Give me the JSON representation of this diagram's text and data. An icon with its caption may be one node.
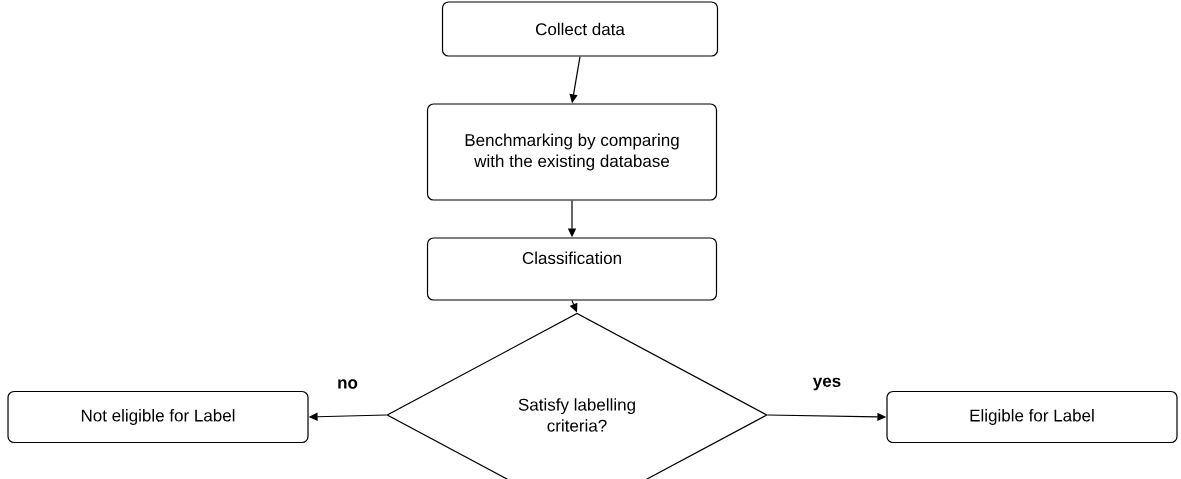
{
  "diagram": {
    "nodes": [
      {
        "text": [
          "Collect data"
        ]
      },
      {
        "text": [
          "Benchmarking by comparing with the existing database"
        ]
      },
      {
        "text": [
          "Classification"
        ]
      },
      {
        "text": [
          "Satisfy labelling criteria?"
        ]
      },
      {
        "text": [
          "Not eligible for Label"
        ]
      },
      {
        "text": [
          "Eligible for Label"
        ]
      }
    ],
    "edges": [
      {
        "from": 0,
        "to": 1,
        "arrow": "to"
      },
      {
        "from": 1,
        "to": 2,
        "arrow": "to"
      },
      {
        "from": 2,
        "to": 3,
        "arrow": "to"
      },
      {
        "from": 3,
        "to": 4,
        "arrow": "to",
        "label": "no"
      },
      {
        "from": 3,
        "to": 5,
        "arrow": "to",
        "label": "yes"
      }
    ]
  }
}
